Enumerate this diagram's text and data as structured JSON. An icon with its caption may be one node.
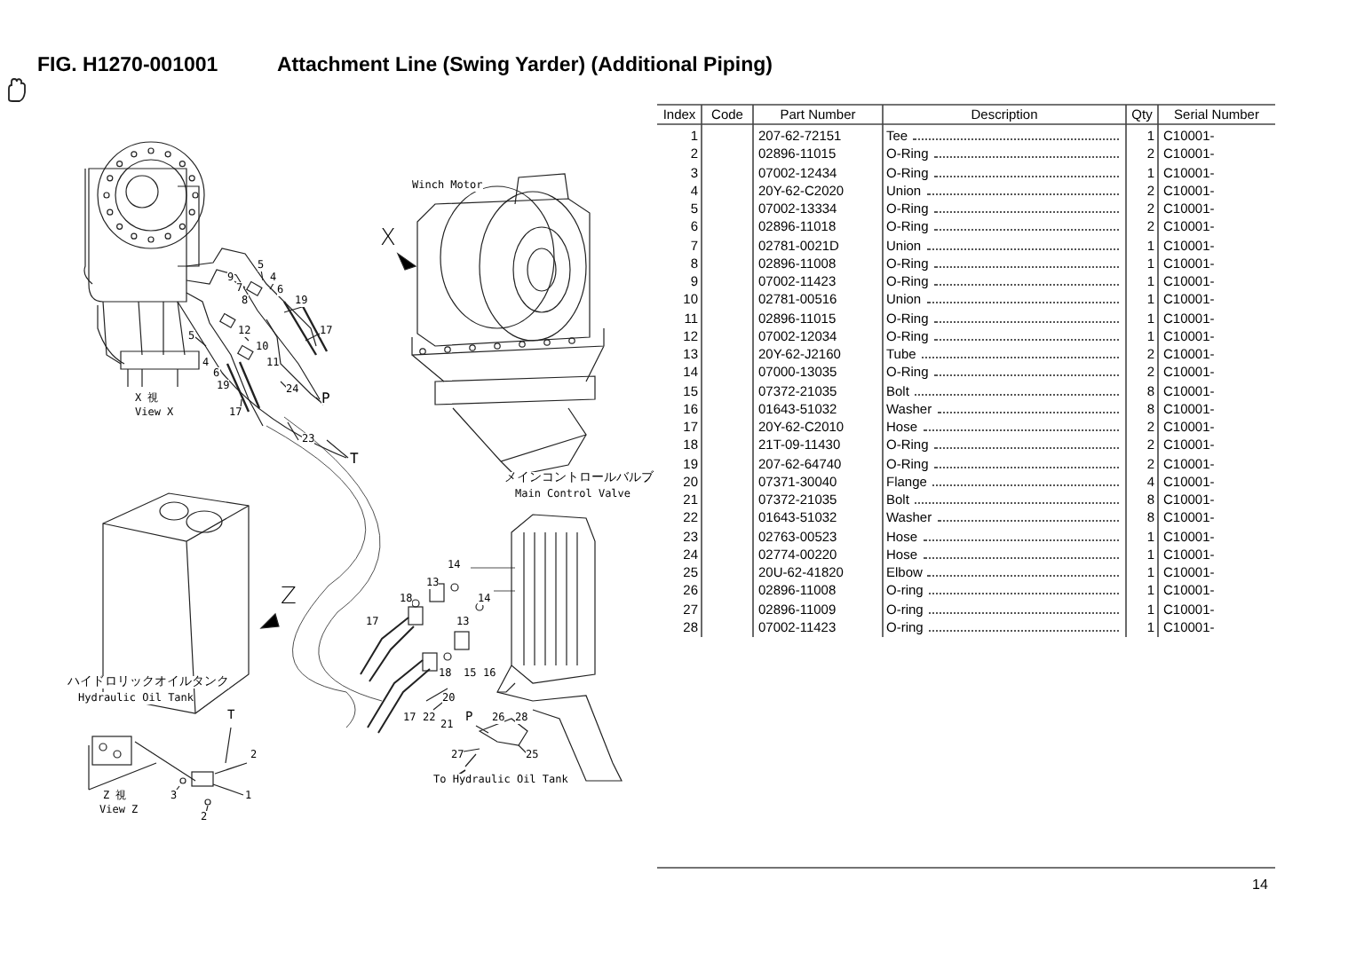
{
  "diagram": {
    "title": "Attachment Line (Swing Yarder) (Additional Piping)",
    "labels": [
      "FIG. H1270-001001",
      "Winch Motor",
      "X",
      "5",
      "9",
      "4",
      "7",
      "6",
      "8",
      "19",
      "12",
      "17",
      "5",
      "10",
      "4",
      "11",
      "6",
      "19",
      "24",
      "X 視",
      "P",
      "View X",
      "17",
      "23",
      "T",
      "メインコントロールバルブ",
      "Main Control Valve",
      "14",
      "13",
      "Z",
      "18",
      "14",
      "17",
      "13",
      "18",
      "15",
      "16",
      "ハイドロリックオイルタンク",
      "Hydraulic Oil Tank",
      "20",
      "T",
      "17",
      "22",
      "21",
      "P",
      "26",
      "28",
      "2",
      "27",
      "25",
      "To Hydraulic Oil Tank",
      "Z 視",
      "3",
      "1",
      "View Z",
      "2",
      "Index",
      "Code",
      "Part Number",
      "Description",
      "Qty",
      "Serial Number",
      "1",
      "207-62-72151",
      "Tee",
      "1",
      "C10001-",
      "2",
      "02896-11015",
      "O-Ring",
      "2",
      "C10001-",
      "3",
      "07002-12434",
      "O-Ring",
      "1",
      "C10001-",
      "4",
      "20Y-62-C2020",
      "Union",
      "2",
      "C10001-",
      "5",
      "07002-13334",
      "O-Ring",
      "2",
      "C10001-",
      "6",
      "02896-11018",
      "O-Ring",
      "2",
      "C10001-",
      "7",
      "02781-0021D",
      "Union",
      "1",
      "C10001-",
      "8",
      "02896-11008",
      "O-Ring",
      "1",
      "C10001-",
      "9",
      "07002-11423",
      "O-Ring",
      "1",
      "C10001-",
      "10",
      "02781-00516",
      "Union",
      "1",
      "C10001-",
      "11",
      "02896-11015",
      "O-Ring",
      "1",
      "C10001-",
      "12",
      "07002-12034",
      "O-Ring",
      "1",
      "C10001-",
      "13",
      "20Y-62-J2160",
      "Tube",
      "2",
      "C10001-",
      "14",
      "07000-13035",
      "O-Ring",
      "2",
      "C10001-",
      "15",
      "07372-21035",
      "Bolt",
      "8",
      "C10001-",
      "16",
      "01643-51032",
      "Washer",
      "8",
      "C10001-",
      "17",
      "20Y-62-C2010",
      "Hose",
      "2",
      "C10001-",
      "18",
      "21T-09-11430",
      "O-Ring",
      "2",
      "C10001-",
      "19",
      "207-62-64740",
      "O-Ring",
      "2",
      "C10001-",
      "20",
      "07371-30040",
      "Flange",
      "4",
      "C10001-",
      "21",
      "07372-21035",
      "Bolt",
      "8",
      "C10001-",
      "22",
      "01643-51032",
      "Washer",
      "8",
      "C10001-",
      "23",
      "02763-00523",
      "Hose",
      "1",
      "C10001-",
      "24",
      "02774-00220",
      "Hose",
      "1",
      "C10001-",
      "25",
      "20U-62-41820",
      "Elbow",
      "1",
      "C10001-",
      "26",
      "02896-11008",
      "O-ring",
      "1",
      "C10001-",
      "27",
      "02896-11009",
      "O-ring",
      "1",
      "C10001-",
      "28",
      "07002-11423",
      "O-ring",
      "1",
      "C10001-",
      "14"
    ]
  }
}
